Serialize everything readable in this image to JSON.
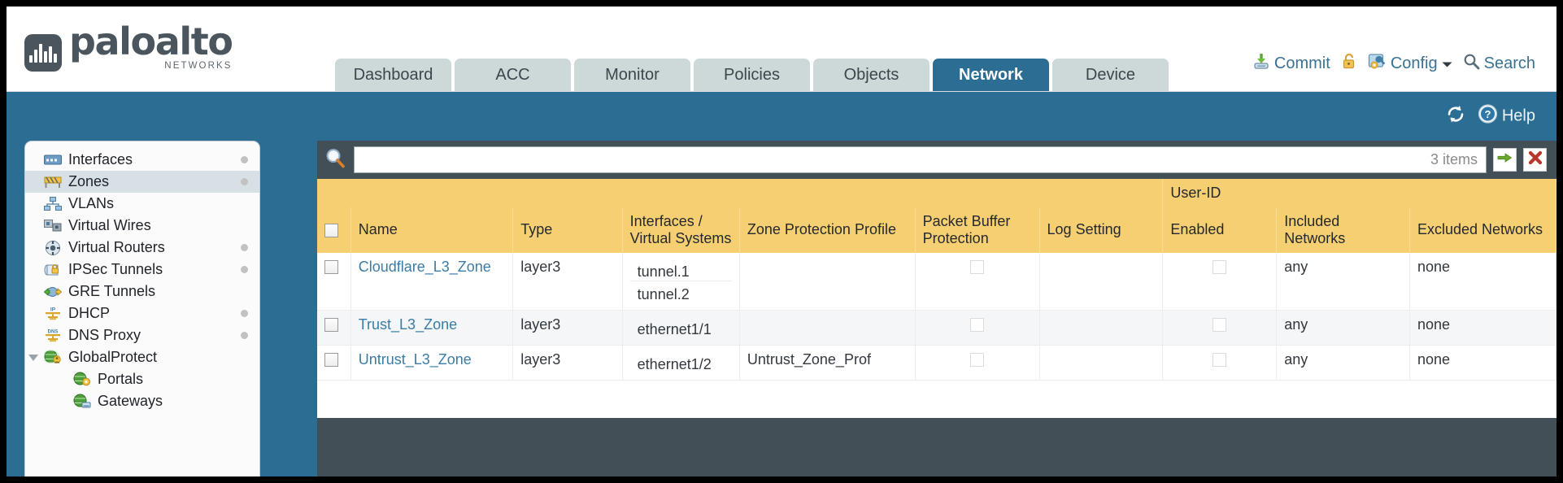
{
  "brand": {
    "name": "paloalto",
    "tagline": "NETWORKS",
    "registered": "®",
    "logo_color": "#4a555e"
  },
  "nav_tabs": [
    {
      "label": "Dashboard",
      "active": false
    },
    {
      "label": "ACC",
      "active": false
    },
    {
      "label": "Monitor",
      "active": false
    },
    {
      "label": "Policies",
      "active": false
    },
    {
      "label": "Objects",
      "active": false
    },
    {
      "label": "Network",
      "active": true
    },
    {
      "label": "Device",
      "active": false
    }
  ],
  "utility": {
    "commit": "Commit",
    "lock_icon": "padlock-icon",
    "config": "Config",
    "config_caret": "▼",
    "search": "Search"
  },
  "band": {
    "refresh_icon": "refresh-icon",
    "help": "Help"
  },
  "sidebar": {
    "items": [
      {
        "label": "Interfaces",
        "icon": "interfaces-icon",
        "selected": false,
        "dot": true,
        "child": false,
        "caret": false
      },
      {
        "label": "Zones",
        "icon": "zones-icon",
        "selected": true,
        "dot": true,
        "child": false,
        "caret": false
      },
      {
        "label": "VLANs",
        "icon": "vlans-icon",
        "selected": false,
        "dot": false,
        "child": false,
        "caret": false
      },
      {
        "label": "Virtual Wires",
        "icon": "virtual-wires-icon",
        "selected": false,
        "dot": false,
        "child": false,
        "caret": false
      },
      {
        "label": "Virtual Routers",
        "icon": "virtual-routers-icon",
        "selected": false,
        "dot": true,
        "child": false,
        "caret": false
      },
      {
        "label": "IPSec Tunnels",
        "icon": "ipsec-tunnels-icon",
        "selected": false,
        "dot": true,
        "child": false,
        "caret": false
      },
      {
        "label": "GRE Tunnels",
        "icon": "gre-tunnels-icon",
        "selected": false,
        "dot": false,
        "child": false,
        "caret": false
      },
      {
        "label": "DHCP",
        "icon": "dhcp-icon",
        "selected": false,
        "dot": true,
        "child": false,
        "caret": false
      },
      {
        "label": "DNS Proxy",
        "icon": "dns-proxy-icon",
        "selected": false,
        "dot": true,
        "child": false,
        "caret": false
      },
      {
        "label": "GlobalProtect",
        "icon": "globalprotect-icon",
        "selected": false,
        "dot": false,
        "child": false,
        "caret": true
      },
      {
        "label": "Portals",
        "icon": "portals-icon",
        "selected": false,
        "dot": false,
        "child": true,
        "caret": false
      },
      {
        "label": "Gateways",
        "icon": "gateways-icon",
        "selected": false,
        "dot": false,
        "child": true,
        "caret": false
      }
    ]
  },
  "search": {
    "value": "",
    "placeholder": "",
    "items_count": "3 items",
    "apply_icon": "green-arrow-icon",
    "clear_icon": "red-x-icon"
  },
  "table": {
    "group_header": {
      "label": "User-ID",
      "spans": 3
    },
    "columns": [
      "Name",
      "Type",
      "Interfaces / Virtual Systems",
      "Zone Protection Profile",
      "Packet Buffer Protection",
      "Log Setting",
      "Enabled",
      "Included Networks",
      "Excluded Networks"
    ],
    "rows": [
      {
        "selected": false,
        "name": "Cloudflare_L3_Zone",
        "type": "layer3",
        "interfaces": [
          "tunnel.1",
          "tunnel.2"
        ],
        "zone_protection_profile": "",
        "packet_buffer_protection": false,
        "log_setting": "",
        "userid_enabled": false,
        "included_networks": "any",
        "excluded_networks": "none"
      },
      {
        "selected": false,
        "name": "Trust_L3_Zone",
        "type": "layer3",
        "interfaces": [
          "ethernet1/1"
        ],
        "zone_protection_profile": "",
        "packet_buffer_protection": false,
        "log_setting": "",
        "userid_enabled": false,
        "included_networks": "any",
        "excluded_networks": "none"
      },
      {
        "selected": false,
        "name": "Untrust_L3_Zone",
        "type": "layer3",
        "interfaces": [
          "ethernet1/2"
        ],
        "zone_protection_profile": "Untrust_Zone_Prof",
        "packet_buffer_protection": false,
        "log_setting": "",
        "userid_enabled": false,
        "included_networks": "any",
        "excluded_networks": "none"
      }
    ]
  },
  "colors": {
    "brand_blue": "#2c6d93",
    "header_yellow": "#f5cf72",
    "group_yellow": "#e0ae3c",
    "link_blue": "#3a7ca5",
    "tab_inactive": "#cdd8d9",
    "panel_dark": "#434f57"
  }
}
